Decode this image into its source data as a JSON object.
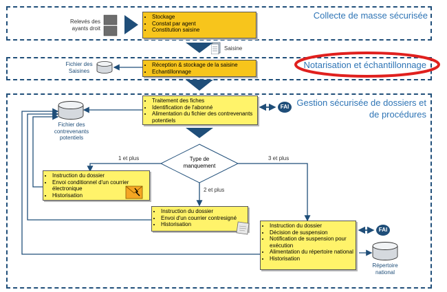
{
  "sections": {
    "collecte": {
      "title": "Collecte de masse sécurisée"
    },
    "notarisation": {
      "title": "Notarisation et échantillonnage"
    },
    "gestion": {
      "title": "Gestion sécurisée de dossiers et de procédures"
    }
  },
  "top": {
    "source_label": "Relevés des ayants droit",
    "box_items": [
      "Stockage",
      "Constat par agent",
      "Constitution saisine"
    ],
    "doc_label": "Saisine"
  },
  "notary": {
    "file_label": "Fichier des Saisines",
    "box_items": [
      "Réception & stockage de la saisine",
      "Echantillonnage"
    ]
  },
  "gestion": {
    "main_box_items": [
      "Traitement des fiches",
      "Identification de l'abonné",
      "Alimentation du fichier des contrevenants potentiels"
    ],
    "contrevenants_label": "Fichier des contrevenants potentiels",
    "fai_label": "FAI",
    "diamond_label": "Type de manquement",
    "edge_1": "1 et plus",
    "edge_2": "2 et plus",
    "edge_3": "3 et plus",
    "box1_items": [
      "Instruction du dossier",
      "Envoi conditionnel d'un courrier électronique",
      "Historisation"
    ],
    "box2_items": [
      "Instruction du dossier",
      "Envoi d'un courrier contresigné",
      "Historisation"
    ],
    "box3_items": [
      "Instruction du dossier",
      "Décision de suspension",
      "Notification de suspension pour exécution",
      "Alimentation du répertoire national",
      "Historisation"
    ],
    "repertoire_label": "Répertoire national"
  },
  "colors": {
    "section_border": "#1f4e79",
    "title": "#2e74b5",
    "box_yellow": "#fff36a",
    "box_gold": "#f7c51c",
    "arrow": "#1f4e79",
    "highlight": "#e0201e"
  }
}
